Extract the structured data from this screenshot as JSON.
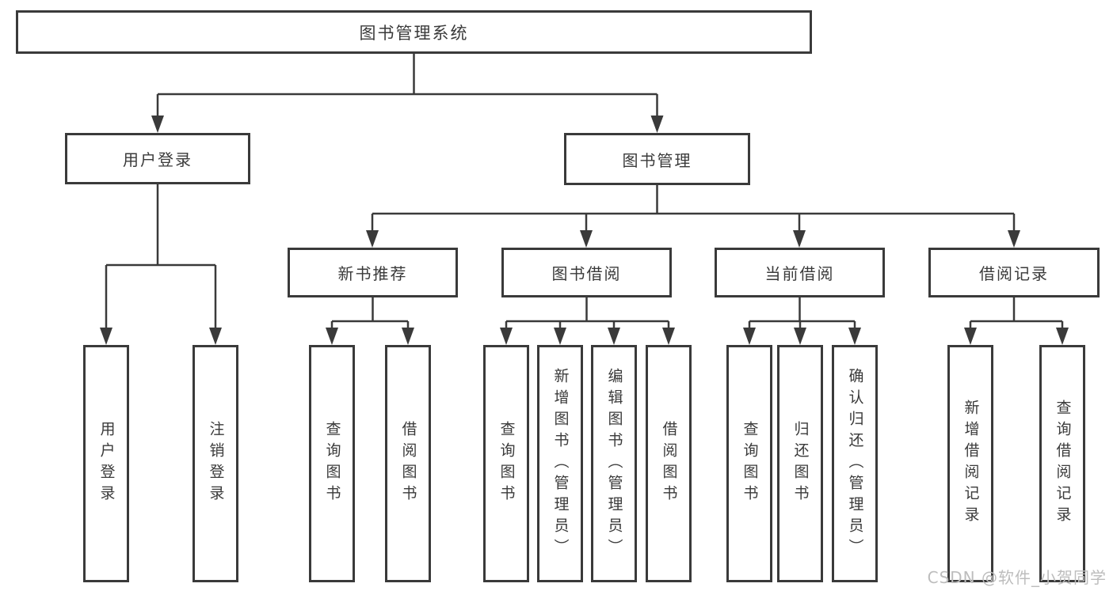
{
  "diagram": {
    "type": "hierarchy-tree",
    "colors": {
      "line": "#3a3a3a",
      "box_border": "#3a3a3a",
      "box_fill": "#ffffff",
      "text": "#3a3a3a",
      "watermark": "#bdbdbd",
      "background": "#ffffff"
    },
    "structure": {
      "图书管理系统": [
        "用户登录",
        "图书管理"
      ],
      "用户登录": [
        "用户登录",
        "注销登录"
      ],
      "图书管理": [
        "新书推荐",
        "图书借阅",
        "当前借阅",
        "借阅记录"
      ],
      "新书推荐": [
        "查询图书",
        "借阅图书"
      ],
      "图书借阅": [
        "查询图书",
        "新增图书（管理员）",
        "编辑图书（管理员）",
        "借阅图书"
      ],
      "当前借阅": [
        "查询图书",
        "归还图书",
        "确认归还（管理员）"
      ],
      "借阅记录": [
        "新增借阅记录",
        "查询借阅记录"
      ]
    }
  },
  "nodes": {
    "root": "图书管理系统",
    "user_login": "用户登录",
    "book_mgmt": "图书管理",
    "new_book_rec": "新书推荐",
    "book_borrow": "图书借阅",
    "current_borrow": "当前借阅",
    "borrow_records": "借阅记录",
    "leaf_login": "用户登录",
    "leaf_logout": "注销登录",
    "leaf_rec_query": "查询图书",
    "leaf_rec_borrow": "借阅图书",
    "leaf_bb_query": "查询图书",
    "leaf_bb_add": "新增图书（管理员）",
    "leaf_bb_edit": "编辑图书（管理员）",
    "leaf_bb_borrow": "借阅图书",
    "leaf_cur_query": "查询图书",
    "leaf_cur_return": "归还图书",
    "leaf_cur_confirm": "确认归还（管理员）",
    "leaf_rcd_add": "新增借阅记录",
    "leaf_rcd_query": "查询借阅记录"
  },
  "watermark": "CSDN @软件_小贺同学"
}
